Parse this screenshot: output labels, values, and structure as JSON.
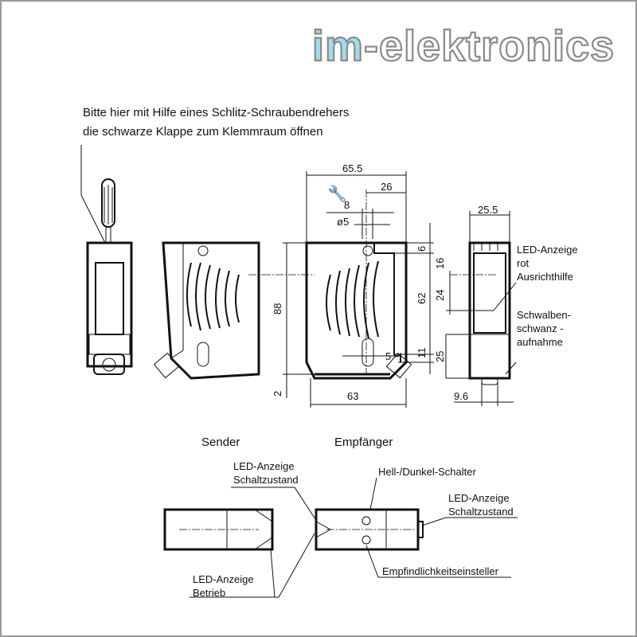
{
  "logo": {
    "prefix": "im",
    "rest": "-elektronics",
    "prefix_color": "#9fdcee",
    "rest_color": "#ffffff"
  },
  "instruction": {
    "line1": "Bitte hier mit Hilfe eines Schlitz-Schraubendrehers",
    "line2": "die schwarze Klappe zum Klemmraum öffnen"
  },
  "dimensions": {
    "width_top": "65.5",
    "offset_26": "26",
    "wrench": "8",
    "hole": "ø5",
    "d6": "6",
    "d16": "16",
    "d24": "24",
    "d62": "62",
    "d25": "25",
    "d11": "11",
    "d5": "5",
    "height_88": "88",
    "d2": "2",
    "width_bottom": "63",
    "side_width": "25.5",
    "d9_6": "9.6"
  },
  "side_labels": {
    "led1": "LED-Anzeige",
    "led2": "rot",
    "led3": "Ausrichthilfe",
    "dove1": "Schwalben-",
    "dove2": "schwanz -",
    "dove3": "aufnahme"
  },
  "bottom": {
    "sender": "Sender",
    "receiver": "Empfänger",
    "led_state1": "LED-Anzeige",
    "led_state2": "Schaltzustand",
    "switch": "Hell-/Dunkel-Schalter",
    "led_state_r1": "LED-Anzeige",
    "led_state_r2": "Schaltzustand",
    "led_op1": "LED-Anzeige",
    "led_op2": "Betrieb",
    "sensitivity": "Empfindlichkeitseinsteller"
  }
}
